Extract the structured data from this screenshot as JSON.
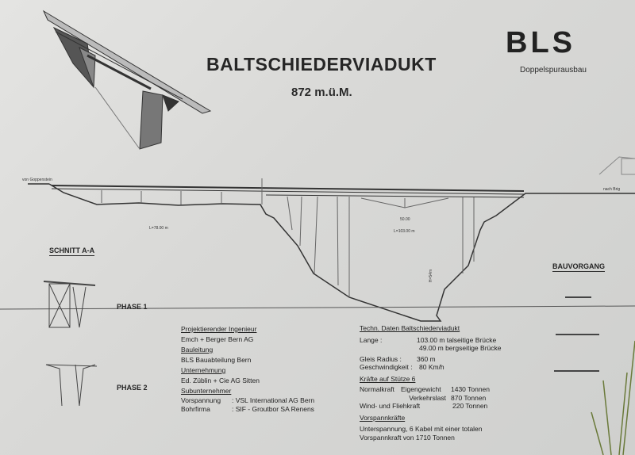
{
  "title": "BALTSCHIEDERVIADUKT",
  "altitude": "872 m.ü.M.",
  "logo": "BLS",
  "subtitle": "Doppelspurausbau",
  "elevation": {
    "left_label": "von Goppenstein",
    "right_label": "nach Brig",
    "span_left": "L=78.00 m",
    "span_right": "L=103.00 m",
    "span_mid": "50.00",
    "height": "H=54m"
  },
  "section_label": "SCHNITT A-A",
  "phase1": "PHASE 1",
  "phase2": "PHASE 2",
  "bauvorgang": "BAUVORGANG",
  "contractors": {
    "engineer_h": "Projektierender Ingenieur",
    "engineer": "Emch + Berger Bern AG",
    "site_h": "Bauleitung",
    "site": "BLS Bauabteilung Bern",
    "company_h": "Unternehmung",
    "company": "Ed. Züblin + Cie AG Sitten",
    "sub_h": "Subunternehmer",
    "sub1_k": "Vorspannung",
    "sub1_v": ": VSL International AG Bern",
    "sub2_k": "Bohrfirma",
    "sub2_v": ": SIF - Groutbor SA Renens"
  },
  "tech": {
    "h": "Techn. Daten Baltschiederviadukt",
    "len_k": "Lange :",
    "len_v1": "103.00 m talseitige Brücke",
    "len_v2": "49.00 m bergseitige Brücke",
    "rad_k": "Gleis Radius :",
    "rad_v": "360 m",
    "speed_k": "Geschwindigkeit :",
    "speed_v": "80 Km/h",
    "forces_h": "Kräfte auf Stütze 6",
    "f1_k": "Normalkraft",
    "f1_s": "Eigengewicht",
    "f1_v": "1430 Tonnen",
    "f2_s": "Verkehrslast",
    "f2_v": "870 Tonnen",
    "f3_k": "Wind- und Fliehkraft",
    "f3_v": "220 Tonnen",
    "pre_h": "Vorspannkräfte",
    "pre1": "Unterspannung, 6 Kabel mit einer totalen",
    "pre2": "Vorspannkraft von 1710 Tonnen"
  }
}
